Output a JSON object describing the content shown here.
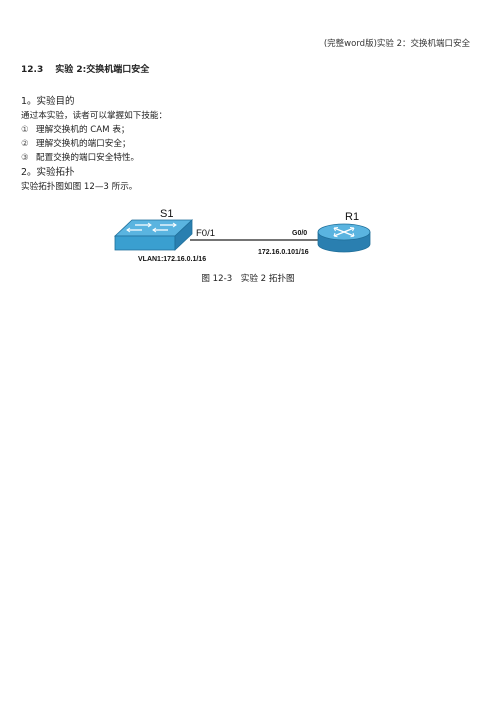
{
  "header": {
    "text": "(完整word版)实验 2：交换机端口安全"
  },
  "section": {
    "number": "12.3",
    "title": "实验 2:交换机端口安全"
  },
  "purpose": {
    "heading": "1。实验目的",
    "intro": "通过本实验，读者可以掌握如下技能：",
    "items": [
      {
        "mark": "①",
        "text": "理解交换机的 CAM 表；"
      },
      {
        "mark": "②",
        "text": "理解交换机的端口安全；"
      },
      {
        "mark": "③",
        "text": "配置交换的端口安全特性。"
      }
    ]
  },
  "topology": {
    "heading": "2。实验拓扑",
    "intro": "实验拓扑图如图 12—3 所示。",
    "switch_name": "S1",
    "switch_port": "F0/1",
    "switch_ip": "VLAN1:172.16.0.1/16",
    "router_name": "R1",
    "router_port": "G0/0",
    "router_ip": "172.16.0.101/16",
    "caption": "图 12-3　实验 2 拓扑图"
  },
  "colors": {
    "device_blue": "#3a9fd0",
    "device_dark": "#1f6f9a",
    "link": "#222222"
  }
}
